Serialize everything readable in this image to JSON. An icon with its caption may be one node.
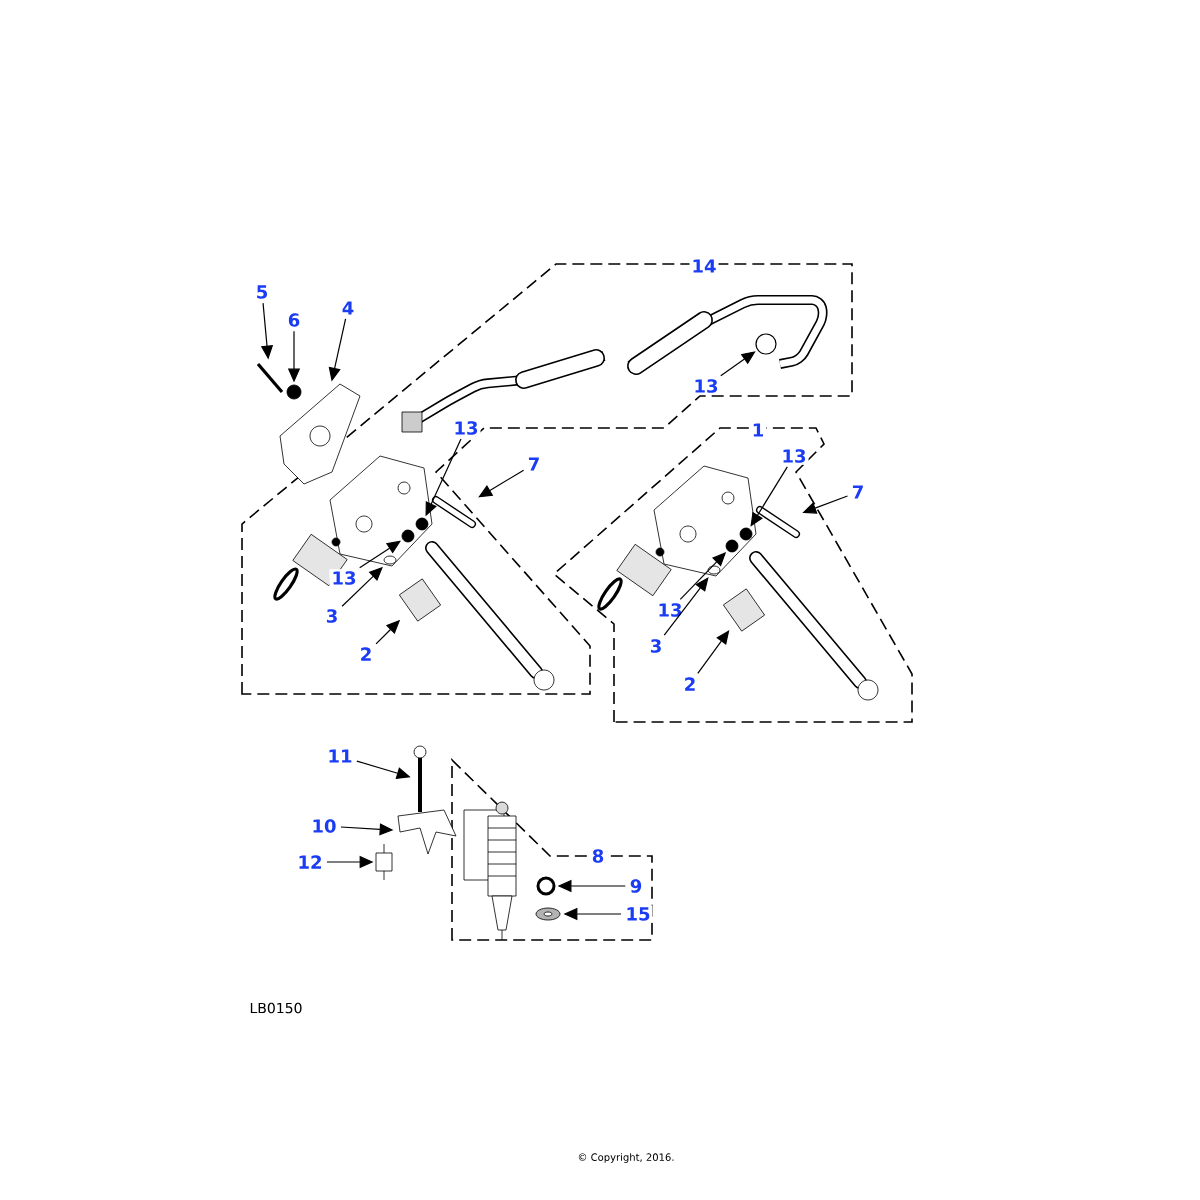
{
  "diagram": {
    "nodes": [
      {
        "text": [
          "5"
        ]
      },
      {
        "text": [
          "6"
        ]
      },
      {
        "text": [
          "4"
        ]
      },
      {
        "text": [
          "13"
        ]
      },
      {
        "text": [
          "7"
        ]
      },
      {
        "text": [
          "13"
        ]
      },
      {
        "text": [
          "3"
        ]
      },
      {
        "text": [
          "2"
        ]
      },
      {
        "text": [
          "13"
        ]
      },
      {
        "text": [
          "13"
        ]
      },
      {
        "text": [
          "7"
        ]
      },
      {
        "text": [
          "13"
        ]
      },
      {
        "text": [
          "3"
        ]
      },
      {
        "text": [
          "2"
        ]
      },
      {
        "text": [
          "11"
        ]
      },
      {
        "text": [
          "10"
        ]
      },
      {
        "text": [
          "12"
        ]
      },
      {
        "text": [
          "9"
        ]
      },
      {
        "text": [
          "15"
        ]
      },
      {
        "text": [],
        "shape": "picture"
      },
      {
        "text": [],
        "shape": "circle"
      },
      {
        "text": [],
        "shape": "picture"
      },
      {
        "text": [],
        "shape": "circle"
      },
      {
        "text": [],
        "shape": "picture"
      },
      {
        "text": [],
        "shape": "circle"
      },
      {
        "text": [],
        "shape": "picture"
      },
      {
        "text": [],
        "shape": "picture"
      },
      {
        "text": [],
        "shape": "circle"
      },
      {
        "text": [],
        "shape": "circle"
      },
      {
        "text": [],
        "shape": "picture"
      },
      {
        "text": [],
        "shape": "circle"
      },
      {
        "text": [],
        "shape": "picture"
      },
      {
        "text": [],
        "shape": "picture"
      },
      {
        "text": [],
        "shape": "picture"
      },
      {
        "text": [],
        "shape": "picture"
      },
      {
        "text": [],
        "shape": "box"
      },
      {
        "text": [],
        "shape": "circle"
      },
      {
        "text": [],
        "shape": "picture"
      }
    ],
    "edges": [
      {
        "from": 0,
        "to": 19,
        "arrow": "to"
      },
      {
        "from": 1,
        "to": 20,
        "arrow": "to"
      },
      {
        "from": 2,
        "to": 21,
        "arrow": "to"
      },
      {
        "from": 3,
        "to": 22,
        "arrow": "to"
      },
      {
        "from": 4,
        "to": 23,
        "arrow": "to"
      },
      {
        "from": 5,
        "to": 24,
        "arrow": "to"
      },
      {
        "from": 6,
        "to": 25,
        "arrow": "to"
      },
      {
        "from": 7,
        "to": 26,
        "arrow": "to"
      },
      {
        "from": 8,
        "to": 27,
        "arrow": "to"
      },
      {
        "from": 9,
        "to": 28,
        "arrow": "to"
      },
      {
        "from": 10,
        "to": 29,
        "arrow": "to"
      },
      {
        "from": 11,
        "to": 30,
        "arrow": "to"
      },
      {
        "from": 12,
        "to": 31,
        "arrow": "to"
      },
      {
        "from": 13,
        "to": 32,
        "arrow": "to"
      },
      {
        "from": 14,
        "to": 33,
        "arrow": "to"
      },
      {
        "from": 15,
        "to": 34,
        "arrow": "to"
      },
      {
        "from": 16,
        "to": 35,
        "arrow": "to"
      },
      {
        "from": 17,
        "to": 36,
        "arrow": "to"
      },
      {
        "from": 18,
        "to": 37,
        "arrow": "to"
      }
    ],
    "labels": [
      "14",
      "1",
      "8",
      "LB0150",
      "© Copyright, 2016."
    ]
  }
}
